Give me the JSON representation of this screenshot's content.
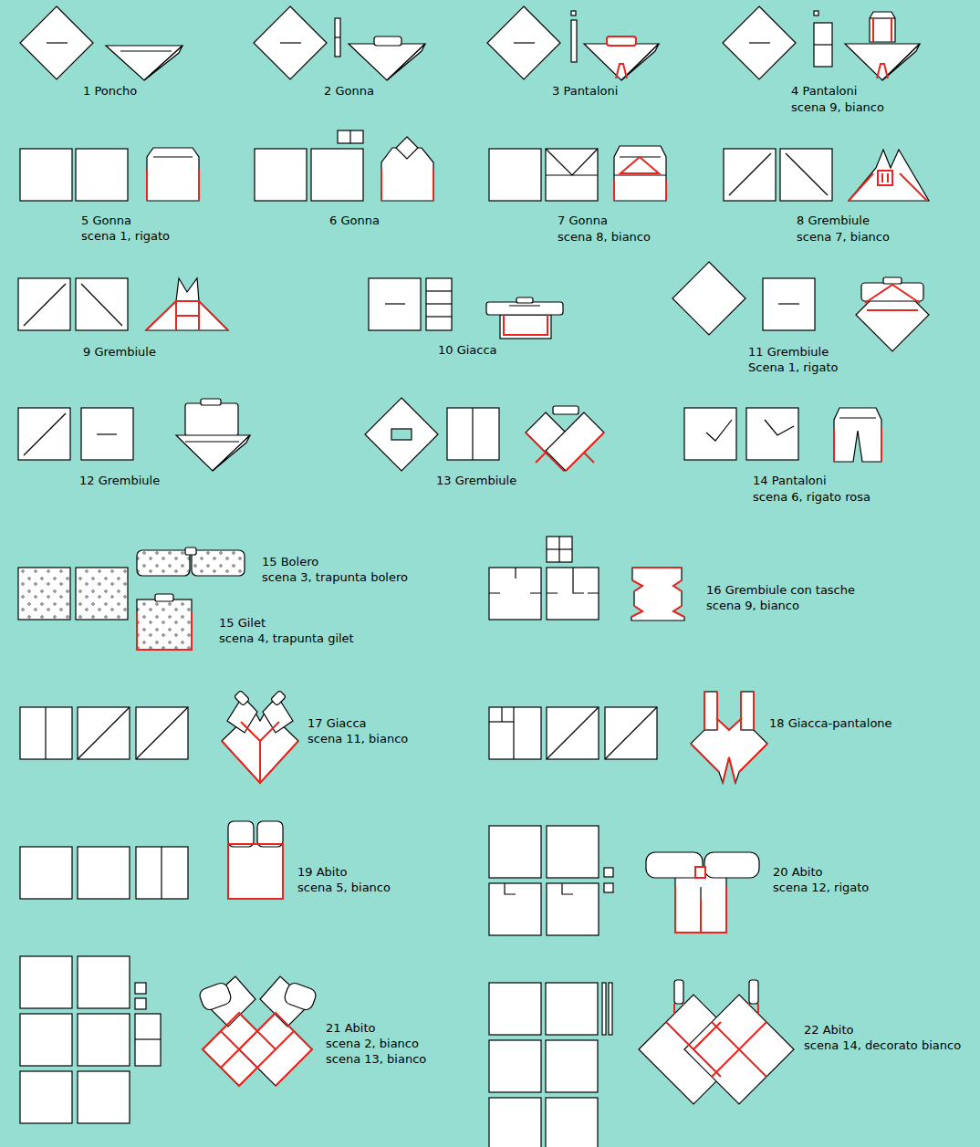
{
  "diagram": {
    "labels": [
      "1 Poncho",
      "2 Gonna",
      "3 Pantaloni",
      "4 Pantaloni",
      "scena 9, bianco",
      "5 Gonna",
      "scena 1, rigato",
      "6 Gonna",
      "7 Gonna",
      "scena 8, bianco",
      "8 Grembiule",
      "scena 7, bianco",
      "9 Grembiule",
      "10 Giacca",
      "11 Grembiule",
      "Scena 1, rigato",
      "12 Grembiule",
      "13 Grembiule",
      "14 Pantaloni",
      "scena 6, rigato rosa",
      "15 Bolero",
      "scena 3, trapunta bolero",
      "15 Gilet",
      "scena 4, trapunta gilet",
      "16 Grembiule con tasche",
      "scena 9, bianco",
      "17 Giacca",
      "scena 11, bianco",
      "18 Giacca-pantalone",
      "19 Abito",
      "scena 5, bianco",
      "20 Abito",
      "scena 12, rigato",
      "21 Abito",
      "scena 2, bianco",
      "scena 13, bianco",
      "22 Abito",
      "scena 14, decorato bianco"
    ]
  }
}
